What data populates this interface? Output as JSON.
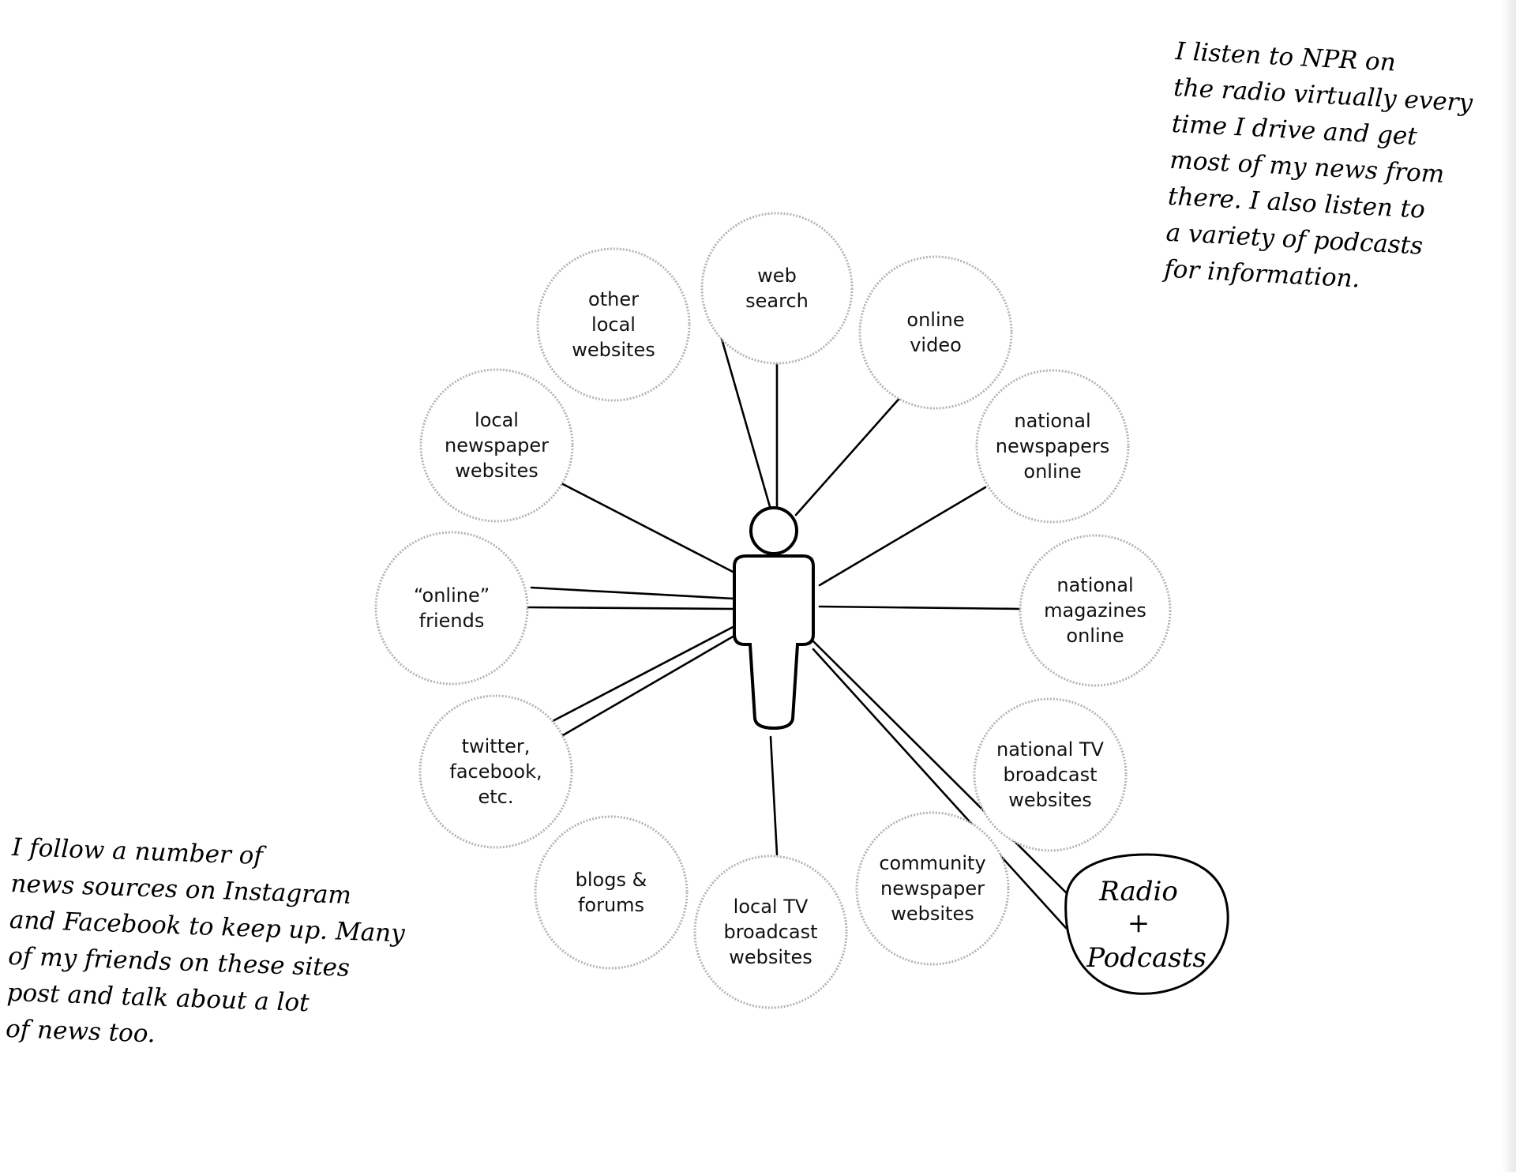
{
  "diagram": {
    "bubbles": [
      {
        "id": "web-search",
        "lines": [
          "web",
          "search"
        ]
      },
      {
        "id": "online-video",
        "lines": [
          "online",
          "video"
        ]
      },
      {
        "id": "national-newspapers-online",
        "lines": [
          "national",
          "newspapers",
          "online"
        ]
      },
      {
        "id": "national-magazines-online",
        "lines": [
          "national",
          "magazines",
          "online"
        ]
      },
      {
        "id": "national-tv-broadcast-websites",
        "lines": [
          "national TV",
          "broadcast",
          "websites"
        ]
      },
      {
        "id": "community-newspaper-websites",
        "lines": [
          "community",
          "newspaper",
          "websites"
        ]
      },
      {
        "id": "local-tv-broadcast-websites",
        "lines": [
          "local TV",
          "broadcast",
          "websites"
        ]
      },
      {
        "id": "blogs-forums",
        "lines": [
          "blogs &",
          "forums"
        ]
      },
      {
        "id": "twitter-facebook-etc",
        "lines": [
          "twitter,",
          "facebook,",
          "etc."
        ]
      },
      {
        "id": "online-friends",
        "lines": [
          "“online”",
          "friends"
        ]
      },
      {
        "id": "local-newspaper-websites",
        "lines": [
          "local",
          "newspaper",
          "websites"
        ]
      },
      {
        "id": "other-local-websites",
        "lines": [
          "other",
          "local",
          "websites"
        ]
      }
    ],
    "handwritten_bubble": {
      "lines": [
        "Radio",
        "+",
        "Podcasts"
      ]
    }
  },
  "notes": {
    "top_right": [
      "I listen to NPR on",
      "the radio virtually every",
      "time I drive and get",
      "most of my news from",
      "there. I also listen to",
      "a variety of podcasts",
      "for information."
    ],
    "bottom_left": [
      "I follow a number of",
      "news sources on Instagram",
      "and Facebook to keep up. Many",
      "of my friends on these sites",
      "post and talk about a lot",
      "of news too."
    ]
  }
}
